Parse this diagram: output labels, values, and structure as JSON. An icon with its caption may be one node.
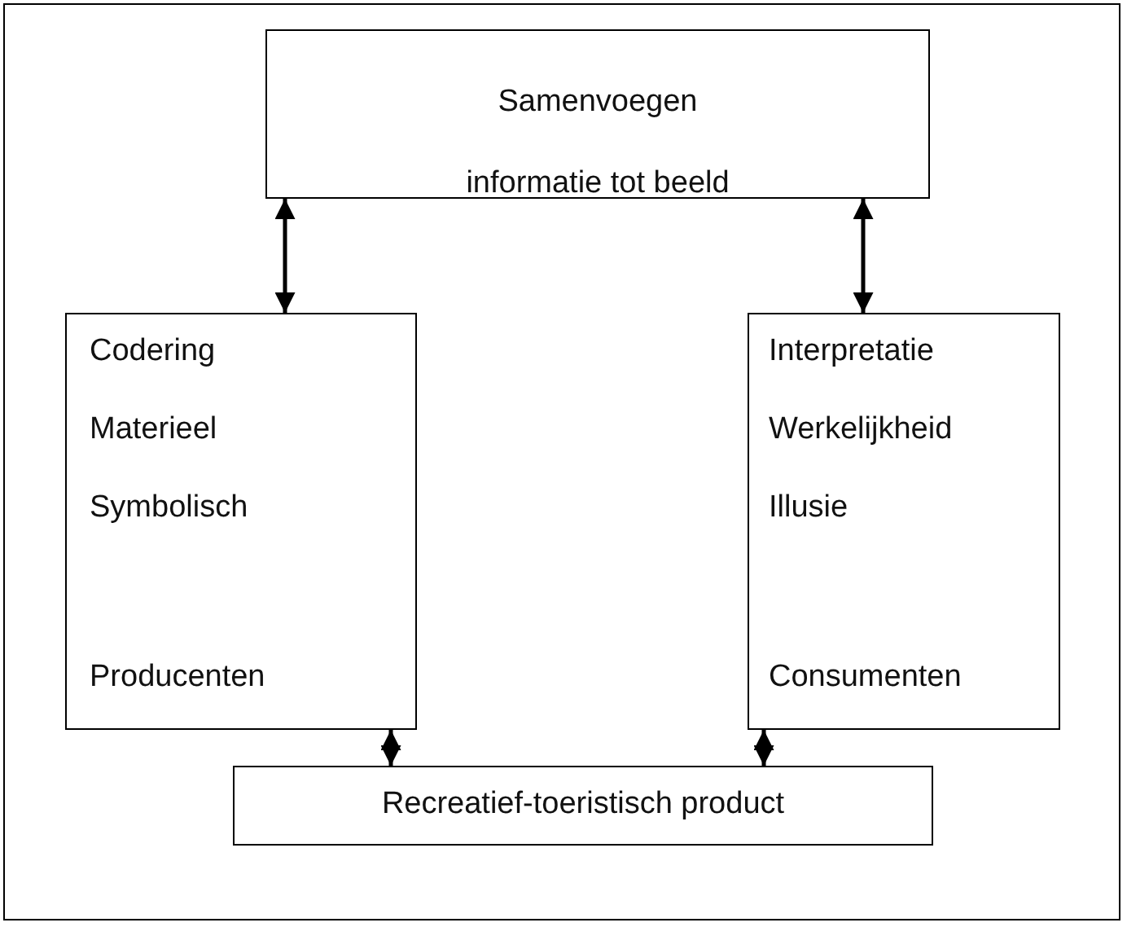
{
  "diagram": {
    "nodes": [
      {
        "text": [
          "Samenvoegen",
          "informatie tot beeld"
        ]
      },
      {
        "text": [
          "Codering",
          "Materieel",
          "Symbolisch",
          "Producenten"
        ]
      },
      {
        "text": [
          "Interpretatie",
          "Werkelijkheid",
          "Illusie",
          "Consumenten"
        ]
      },
      {
        "text": [
          "Recreatief-toeristisch product"
        ]
      }
    ],
    "edges": [
      {
        "from": 0,
        "to": 1,
        "arrow": "both"
      },
      {
        "from": 0,
        "to": 2,
        "arrow": "both"
      },
      {
        "from": 1,
        "to": 3,
        "arrow": "both"
      },
      {
        "from": 2,
        "to": 3,
        "arrow": "both"
      }
    ]
  }
}
